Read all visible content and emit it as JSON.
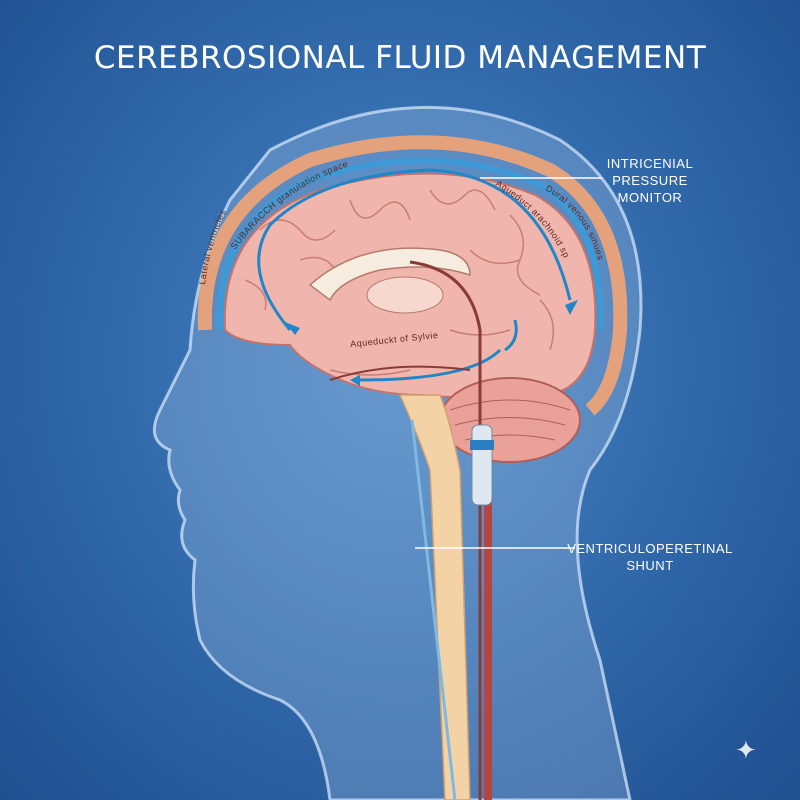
{
  "title": "CEREBROSIONAL FLUID MANAGEMENT",
  "callouts": {
    "pressure_monitor": [
      "INTRICENIAL",
      "PRESSURE",
      "MONITOR"
    ],
    "shunt": [
      "VENTRICULOPERETINAL",
      "SHUNT"
    ]
  },
  "brain_labels": {
    "lateral": "Lateral ventricles",
    "subarachnoid": "SUBARACCH granulation space",
    "aqueduct_space": "Aqueduct arachnoid space",
    "venous": "Dural venous sinues",
    "sylvius": "Aqueduckt of Sylvie"
  },
  "colors": {
    "background": "#2f67a8",
    "brain": "#f0b5ad",
    "csf_arrows": "#1f86c8",
    "dura": "#e4a27c"
  },
  "watermark_icon": "sparkle-icon"
}
